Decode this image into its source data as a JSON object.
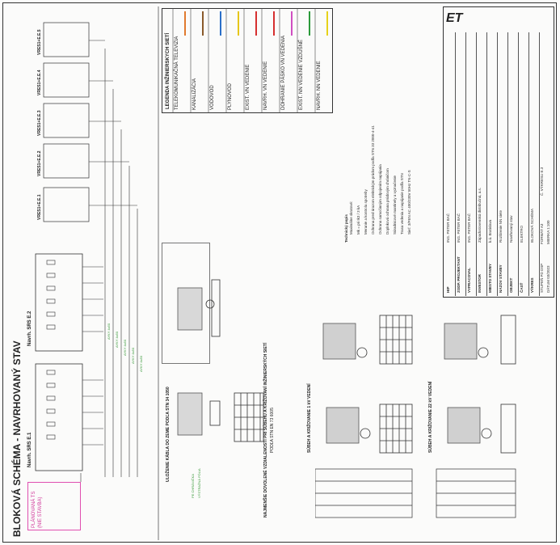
{
  "title": "BLOKOVÁ SCHÉMA - NAVRHOVANÝ STAV",
  "existing_box": {
    "line1": "PLÁNOVANÁ TS",
    "line2": "(NIE STAVBA)"
  },
  "switchboards": [
    {
      "label": "Navrh. SRS E.1"
    },
    {
      "label": "Navrh. SRS E.2"
    }
  ],
  "meter_boxes": [
    {
      "label": "VRES1+E.E.1"
    },
    {
      "label": "VRES1+E.E.2"
    },
    {
      "label": "VRES1+E.E.3"
    },
    {
      "label": "VRES1+E.E.4"
    },
    {
      "label": "VRES1+E.E.5"
    }
  ],
  "legend": {
    "heading": "LEGENDA INŽINIERSKYCH SIETÍ",
    "rows": [
      {
        "label": "TELEKOMUNIKAČNÁ TELEVIZIA",
        "color": "#e07a2e"
      },
      {
        "label": "KANALIZÁCIA",
        "color": "#8a5a2b"
      },
      {
        "label": "VODOVOD",
        "color": "#2b6fc9"
      },
      {
        "label": "PLYNOVOD",
        "color": "#e6c619"
      },
      {
        "label": "EXIST. VN VEDENIE",
        "color": "#d62f2f"
      },
      {
        "label": "NAVRH. VN VEDENIE",
        "color": "#d62f2f"
      },
      {
        "label": "DOHRANIE PÁSKO VN VEDENIA",
        "color": "#d14fc2"
      },
      {
        "label": "EXIST. NN VEDENIE VZDUŠNÉ",
        "color": "#2b9a3a"
      },
      {
        "label": "NAVRH. NN VEDENIE",
        "color": "#e6d21a"
      }
    ]
  },
  "cable_section": {
    "title": "ULOŽENIE KÁBLA DO ZEME PODĽA STN 34 1050",
    "lower_title": "NAJMENŠIE DOVOLENÉ VZDIALENOSTI PRI SÚBEHU A KRIŽOVANÍ INŽINIERSKÝCH SIETÍ",
    "norm": "PODĽA STN EN 73 6005"
  },
  "crossing": {
    "title_1kv": "SÚBEH A KRIŽOVANIE 1 kV VEDENÍ",
    "title_22kv": "SÚBEH A KRIŽOVANIE 22 kV VEDENÍ"
  },
  "notes": {
    "heading": "Technický popis",
    "lines": [
      "Maximálne skratové:",
      "Mk = pri Ik3 / 3 kA",
      "Meranie a kontrola spotreby",
      "Ochrana pred úrazom elektrickým prúdom podľa STN 33 2000-4-41",
      "Ochrana samočinným odpojením napájania",
      "Doplnková ochrana prúdovým chráničom",
      "Súradnicové mantinely a vyznačenie",
      "Trasa vedenia a napájanie podľa STN",
      "Sieť: 3/PEN AC 400/230V 50Hz TN-C-S"
    ]
  },
  "title_block": {
    "company": "ET",
    "rows": [
      {
        "label": "HIP",
        "value": "ING. PETER BAČ"
      },
      {
        "label": "ZODP. PROJEKTANT",
        "value": "ING. PETER BAČ"
      },
      {
        "label": "VYPRACOVAL",
        "value": "ING. PETER BAČ"
      },
      {
        "label": "INVESTOR",
        "value": "Západoslovenská distribučná, a.s."
      },
      {
        "label": "MIESTO STAVBY",
        "value": "k.ú. Bratislava"
      },
      {
        "label": "NÁZOV STAVBY",
        "value": "Rozšírenie NN siete"
      },
      {
        "label": "OBJEKT",
        "value": "Navrhovaný stav"
      },
      {
        "label": "ČASŤ",
        "value": "ELEKTRO"
      },
      {
        "label": "VÝKRES",
        "value": "BLOKOVÁ SCHÉMA"
      }
    ],
    "meta": [
      {
        "label": "STUPEŇ PD",
        "value": "DSP"
      },
      {
        "label": "DÁTUM",
        "value": "03/2023"
      },
      {
        "label": "FORMÁT",
        "value": "A3"
      },
      {
        "label": "MIERKA",
        "value": "1:100"
      },
      {
        "label": "Č. VÝKRESU",
        "value": "E.3"
      }
    ]
  }
}
